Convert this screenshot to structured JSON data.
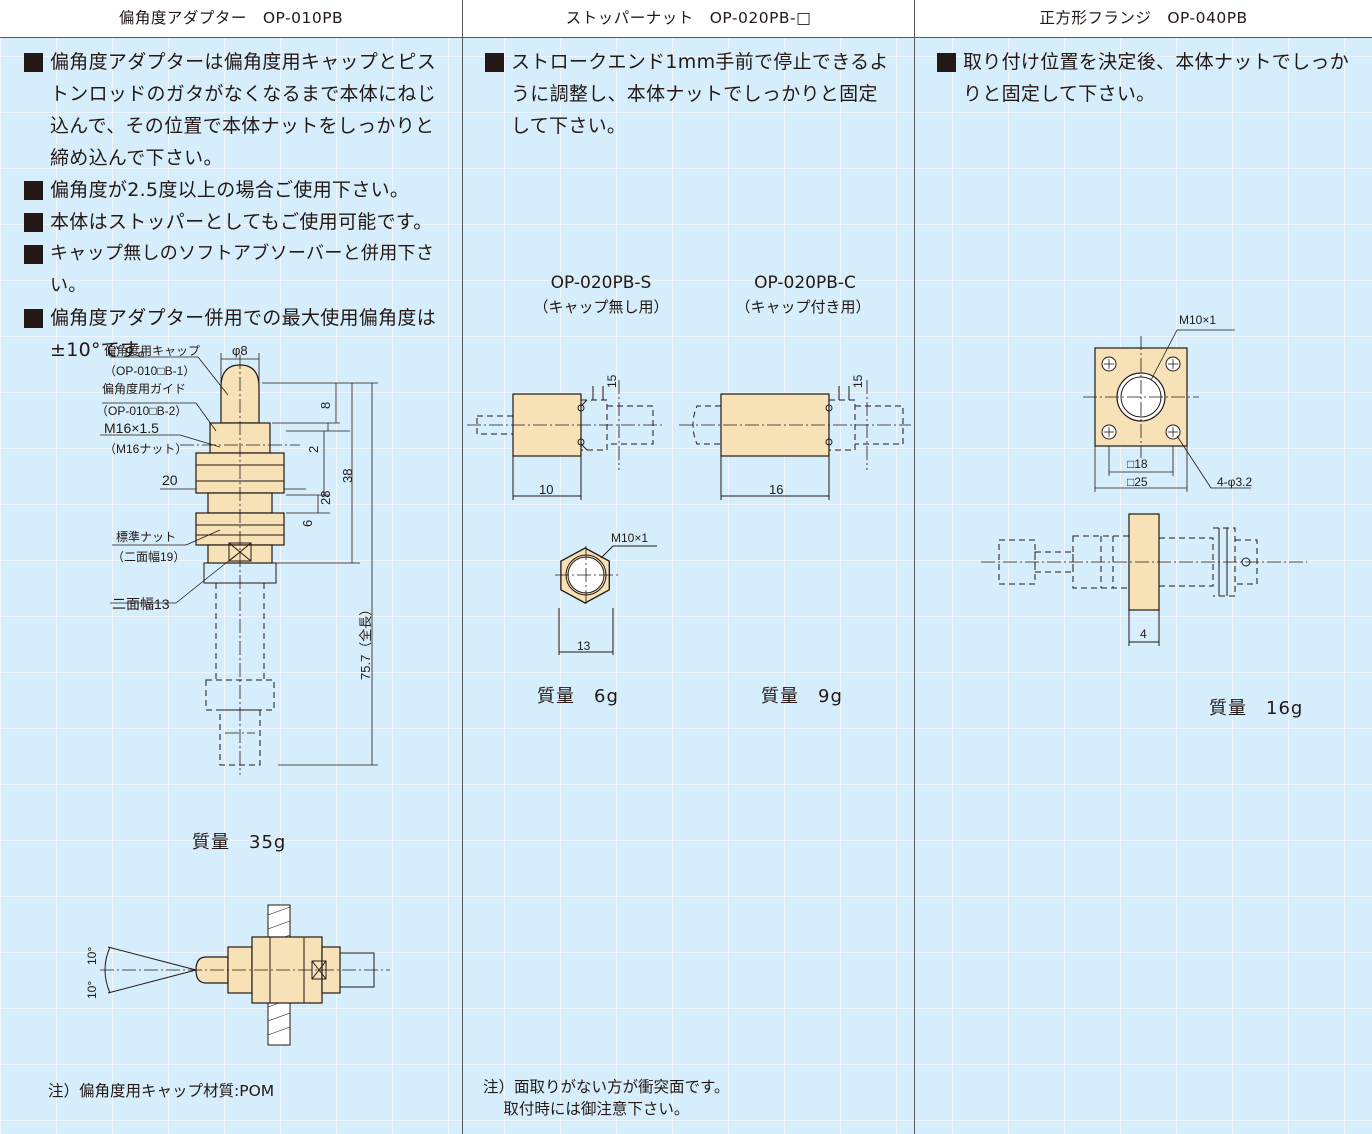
{
  "columns": [
    {
      "header": "偏角度アダプター　OP-010PB",
      "bullets": [
        "偏角度アダプターは偏角度用キャップとピストンロッドのガタがなくなるまで本体にねじ込んで、その位置で本体ナットをしっかりと締め込んで下さい。",
        "偏角度が2.5度以上の場合ご使用下さい。",
        "本体はストッパーとしてもご使用可能です。",
        "キャップ無しのソフトアブソーバーと併用下さい。",
        "偏角度アダプター併用での最大使用偏角度は±10°です。"
      ],
      "drawing_labels": {
        "cap": "偏角度用キャップ",
        "cap_code": "（OP-010□B-1）",
        "guide": "偏角度用ガイド",
        "guide_code": "（OP-010□B-2）",
        "thread": "M16×1.5",
        "thread_nut": "（M16ナット）",
        "std_nut": "標準ナット",
        "std_nut_width": "（二面幅19）",
        "flats": "二面幅13",
        "dia": "φ8",
        "dim_8": "8",
        "dim_2": "2",
        "dim_20": "20",
        "dim_28": "28",
        "dim_6": "6",
        "dim_38": "38",
        "dim_total": "75.7（全長）",
        "angle_a": "10°",
        "angle_b": "10°"
      },
      "weight": "質量　35g",
      "note": "注）偏角度用キャップ材質:POM"
    },
    {
      "header": "ストッパーナット　OP-020PB-□",
      "bullets": [
        "ストロークエンド1mm手前で停止できるように調整し、本体ナットでしっかりと固定して下さい。"
      ],
      "variants": [
        {
          "code": "OP-020PB-S",
          "desc": "（キャップ無し用）",
          "dim_len": "10",
          "dim_top": "15",
          "weight": "質量　6g"
        },
        {
          "code": "OP-020PB-C",
          "desc": "（キャップ付き用）",
          "dim_len": "16",
          "dim_top": "15",
          "weight": "質量　9g"
        }
      ],
      "hex_labels": {
        "thread": "M10×1",
        "width": "13"
      },
      "note_lines": [
        "注）面取りがない方が衝突面です。",
        "　  取付時には御注意下さい。"
      ]
    },
    {
      "header": "正方形フランジ　OP-040PB",
      "bullets": [
        "取り付け位置を決定後、本体ナットでしっかりと固定して下さい。"
      ],
      "drawing_labels": {
        "thread": "M10×1",
        "inner": "□18",
        "outer": "□25",
        "holes": "4-φ3.2",
        "thickness": "4"
      },
      "weight": "質量　16g"
    }
  ],
  "colors": {
    "background": "#d6eefb",
    "part_fill": "#f7e2b8",
    "line": "#231815",
    "header_bg": "#ffffff"
  }
}
